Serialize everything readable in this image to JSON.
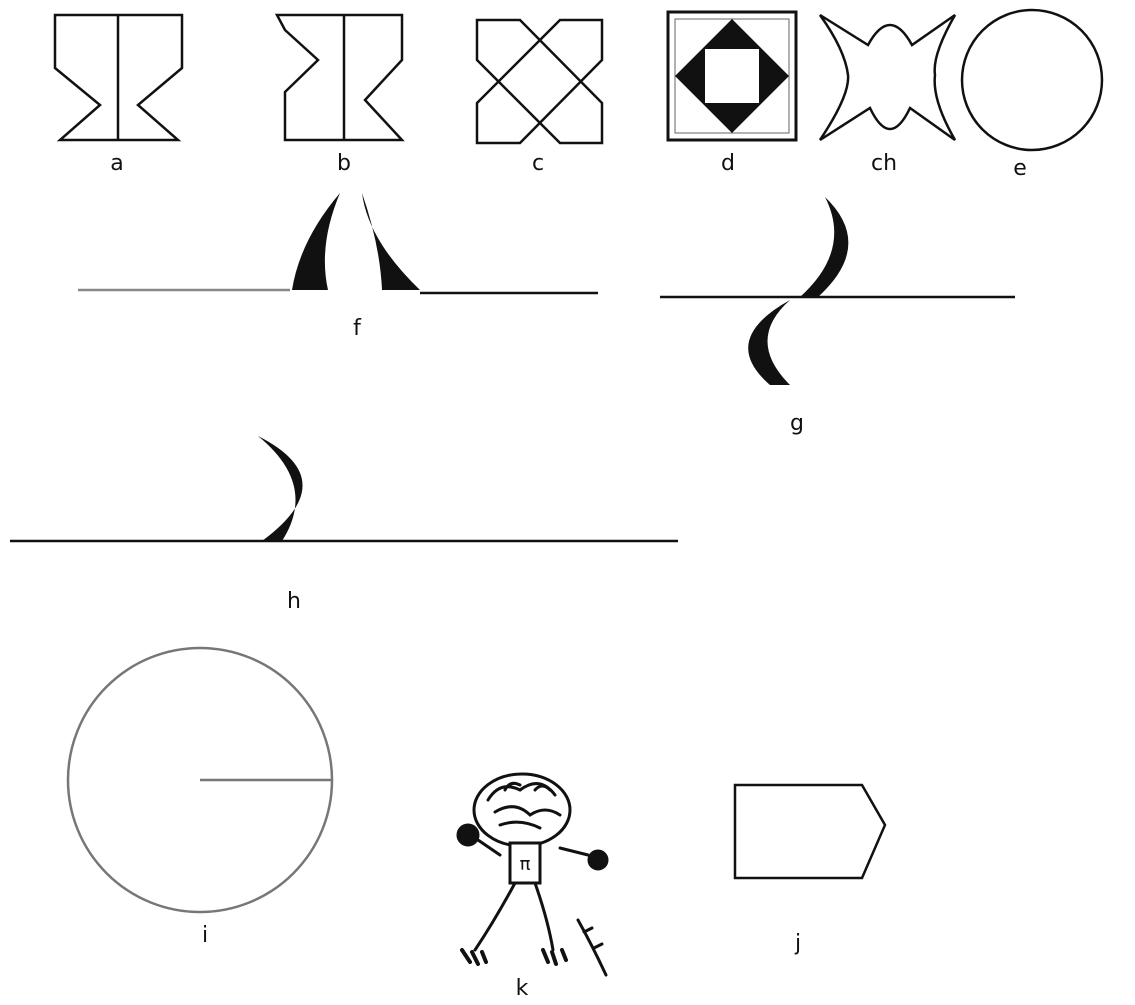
{
  "labels": {
    "a": "a",
    "b": "b",
    "c": "c",
    "d": "d",
    "ch": "ch",
    "e": "e",
    "f": "f",
    "g": "g",
    "h": "h",
    "i": "i",
    "j": "j",
    "k": "k"
  },
  "colors": {
    "ink": "#111111",
    "gray_line": "#888888",
    "background": "#ffffff"
  }
}
